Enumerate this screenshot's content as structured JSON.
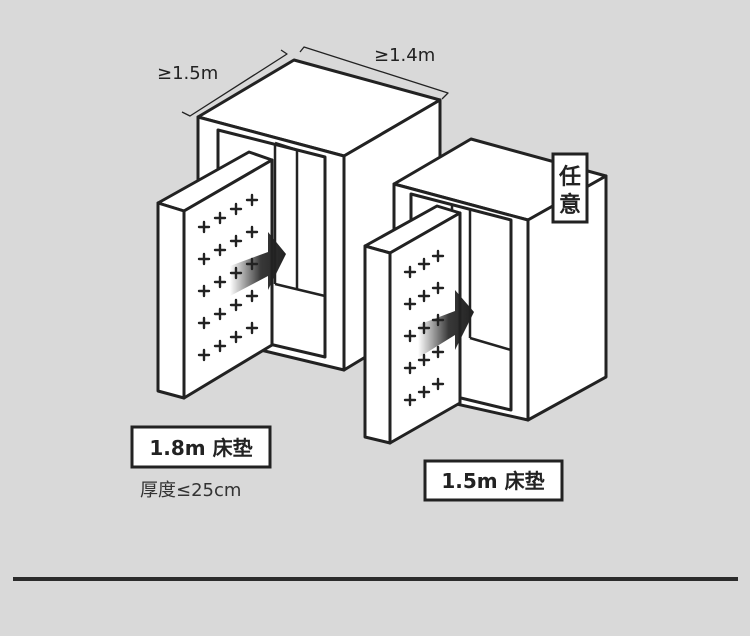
{
  "colors": {
    "background": "#d9d9d9",
    "line": "#222222",
    "fill": "#ffffff",
    "rule": "#2b2b2b"
  },
  "left_unit": {
    "dim_depth": "≥1.5m",
    "dim_width": "≥1.4m",
    "mattress_label": "1.8m 床垫",
    "thickness_note": "厚度≤25cm"
  },
  "right_unit": {
    "badge_line1": "任",
    "badge_line2": "意",
    "mattress_label": "1.5m 床垫"
  },
  "icons": {
    "mattress_pattern": "plus-grid-icon",
    "insert_arrow": "arrow-right-icon"
  }
}
